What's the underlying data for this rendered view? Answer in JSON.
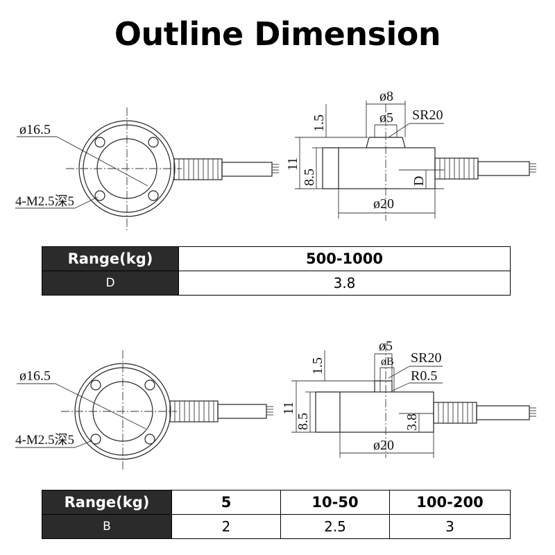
{
  "title": "Outline Dimension",
  "drawing1": {
    "labels": {
      "dia_top": "ø16.5",
      "holes": "4-M2.5深5",
      "dia8": "ø8",
      "dia5": "ø5",
      "sr": "SR20",
      "h15": "1.5",
      "h11": "11",
      "h85": "8.5",
      "d": "D",
      "dia20": "ø20"
    }
  },
  "drawing2": {
    "labels": {
      "dia_top": "ø16.5",
      "holes": "4-M2.5深5",
      "dia5": "ø5",
      "diaB": "øB",
      "sr": "SR20",
      "r05": "R0.5",
      "h15": "1.5",
      "h11": "11",
      "h85": "8.5",
      "h38": "3.8",
      "dia20": "ø20"
    }
  },
  "table1": {
    "header_label": "Range(kg)",
    "header_value": "500-1000",
    "row_label": "D",
    "row_value": "3.8"
  },
  "table2": {
    "header_label": "Range(kg)",
    "columns": [
      "5",
      "10-50",
      "100-200"
    ],
    "row_label": "B",
    "row_values": [
      "2",
      "2.5",
      "3"
    ]
  }
}
